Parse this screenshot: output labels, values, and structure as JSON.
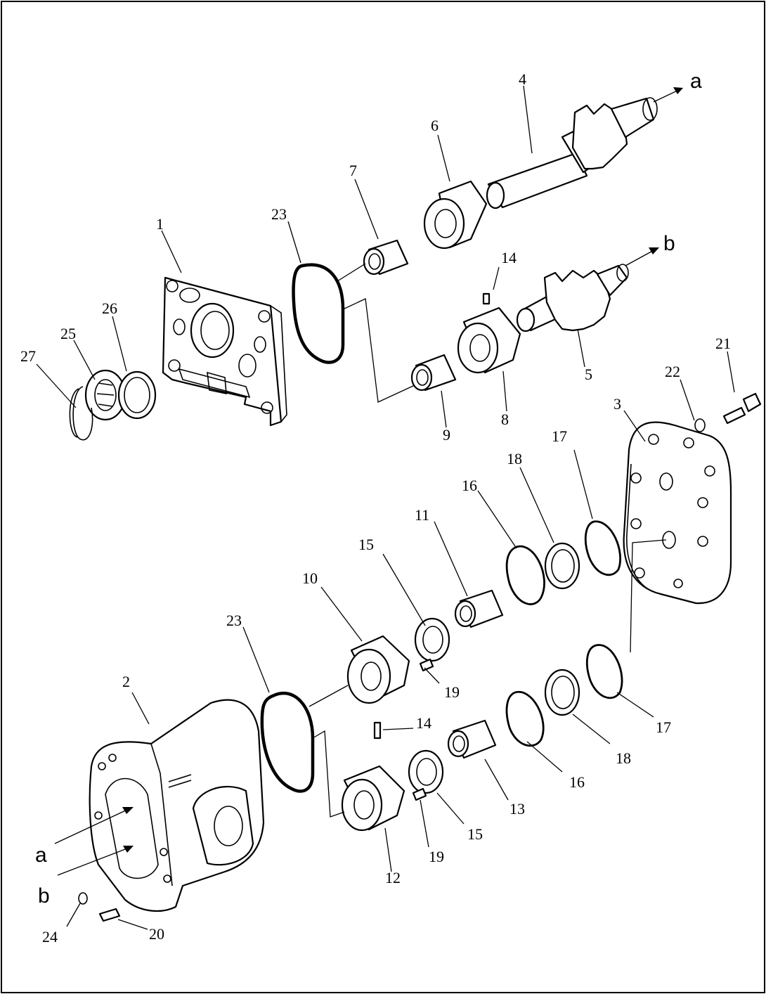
{
  "callouts": [
    {
      "id": "1",
      "label": "1"
    },
    {
      "id": "2",
      "label": "2"
    },
    {
      "id": "3",
      "label": "3"
    },
    {
      "id": "4",
      "label": "4"
    },
    {
      "id": "5",
      "label": "5"
    },
    {
      "id": "6",
      "label": "6"
    },
    {
      "id": "7",
      "label": "7"
    },
    {
      "id": "8",
      "label": "8"
    },
    {
      "id": "9",
      "label": "9"
    },
    {
      "id": "10",
      "label": "10"
    },
    {
      "id": "11",
      "label": "11"
    },
    {
      "id": "12",
      "label": "12"
    },
    {
      "id": "13",
      "label": "13"
    },
    {
      "id": "14a",
      "label": "14"
    },
    {
      "id": "14b",
      "label": "14"
    },
    {
      "id": "15a",
      "label": "15"
    },
    {
      "id": "15b",
      "label": "15"
    },
    {
      "id": "16a",
      "label": "16"
    },
    {
      "id": "16b",
      "label": "16"
    },
    {
      "id": "17a",
      "label": "17"
    },
    {
      "id": "17b",
      "label": "17"
    },
    {
      "id": "18a",
      "label": "18"
    },
    {
      "id": "18b",
      "label": "18"
    },
    {
      "id": "19a",
      "label": "19"
    },
    {
      "id": "19b",
      "label": "19"
    },
    {
      "id": "20",
      "label": "20"
    },
    {
      "id": "21",
      "label": "21"
    },
    {
      "id": "22",
      "label": "22"
    },
    {
      "id": "23a",
      "label": "23"
    },
    {
      "id": "23b",
      "label": "23"
    },
    {
      "id": "24",
      "label": "24"
    },
    {
      "id": "25",
      "label": "25"
    },
    {
      "id": "26",
      "label": "26"
    },
    {
      "id": "27",
      "label": "27"
    }
  ],
  "references": {
    "a_top": "a",
    "b_top": "b",
    "a_bottom": "a",
    "b_bottom": "b"
  }
}
